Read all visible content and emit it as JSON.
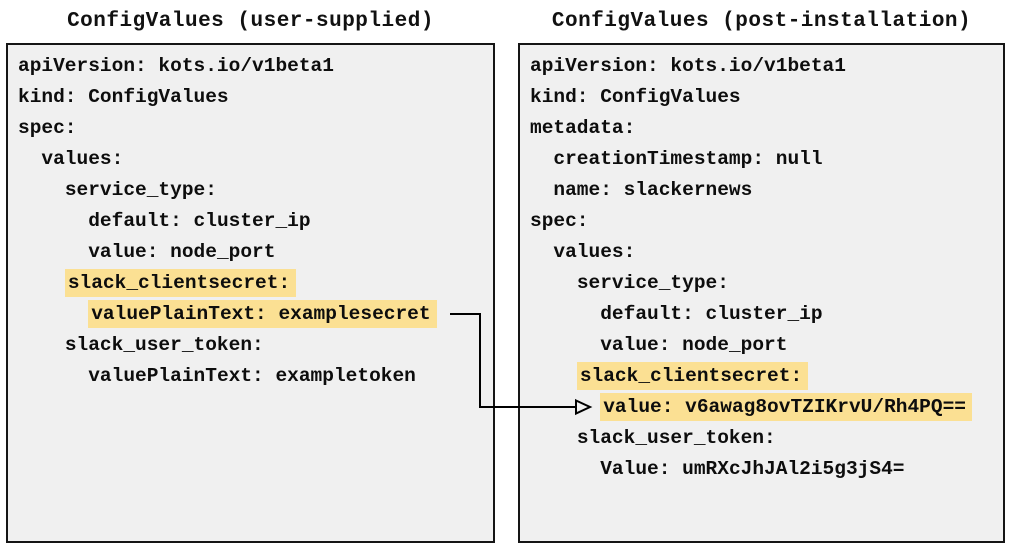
{
  "panels": {
    "left": {
      "title": "ConfigValues (user-supplied)",
      "lines": [
        {
          "indent": 0,
          "text": "apiVersion: kots.io/v1beta1",
          "highlight": false
        },
        {
          "indent": 0,
          "text": "kind: ConfigValues",
          "highlight": false
        },
        {
          "indent": 0,
          "text": "spec:",
          "highlight": false
        },
        {
          "indent": 2,
          "text": "values:",
          "highlight": false
        },
        {
          "indent": 4,
          "text": "service_type:",
          "highlight": false
        },
        {
          "indent": 6,
          "text": "default: cluster_ip",
          "highlight": false
        },
        {
          "indent": 6,
          "text": "value: node_port",
          "highlight": false
        },
        {
          "indent": 4,
          "text": "slack_clientsecret:",
          "highlight": true
        },
        {
          "indent": 6,
          "text": "valuePlainText: examplesecret",
          "highlight": true
        },
        {
          "indent": 4,
          "text": "slack_user_token:",
          "highlight": false
        },
        {
          "indent": 6,
          "text": "valuePlainText: exampletoken",
          "highlight": false
        }
      ]
    },
    "right": {
      "title": "ConfigValues (post-installation)",
      "lines": [
        {
          "indent": 0,
          "text": "apiVersion: kots.io/v1beta1",
          "highlight": false
        },
        {
          "indent": 0,
          "text": "kind: ConfigValues",
          "highlight": false
        },
        {
          "indent": 0,
          "text": "metadata:",
          "highlight": false
        },
        {
          "indent": 2,
          "text": "creationTimestamp: null",
          "highlight": false
        },
        {
          "indent": 2,
          "text": "name: slackernews",
          "highlight": false
        },
        {
          "indent": 0,
          "text": "spec:",
          "highlight": false
        },
        {
          "indent": 2,
          "text": "values:",
          "highlight": false
        },
        {
          "indent": 4,
          "text": "service_type:",
          "highlight": false
        },
        {
          "indent": 6,
          "text": "default: cluster_ip",
          "highlight": false
        },
        {
          "indent": 6,
          "text": "value: node_port",
          "highlight": false
        },
        {
          "indent": 4,
          "text": "slack_clientsecret:",
          "highlight": true
        },
        {
          "indent": 6,
          "text": "value: v6awag8ovTZIKrvU/Rh4PQ==",
          "highlight": true
        },
        {
          "indent": 4,
          "text": "slack_user_token:",
          "highlight": false
        },
        {
          "indent": 6,
          "text": "Value: umRXcJhJAl2i5g3jS4=",
          "highlight": false
        }
      ]
    }
  },
  "arrow": {
    "from_line": "valuePlainText: examplesecret",
    "to_line": "value: v6awag8ovTZIKrvU/Rh4PQ=="
  },
  "colors": {
    "highlight": "#fbe093",
    "panel_background": "#f0f0f0",
    "panel_border": "#151515",
    "arrow": "#000000"
  }
}
